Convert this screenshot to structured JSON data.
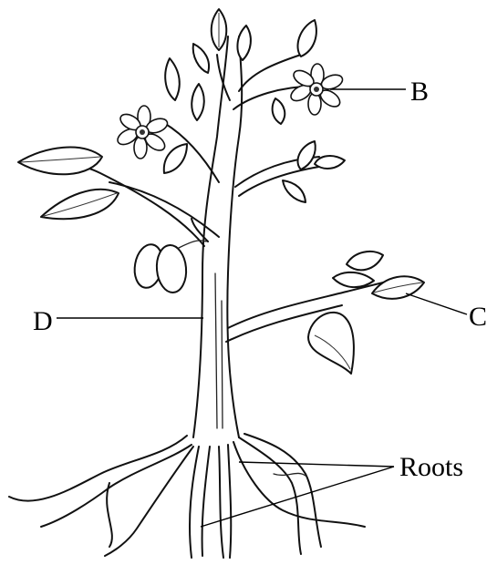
{
  "labels": {
    "b": "B",
    "c": "C",
    "d": "D",
    "roots": "Roots"
  }
}
